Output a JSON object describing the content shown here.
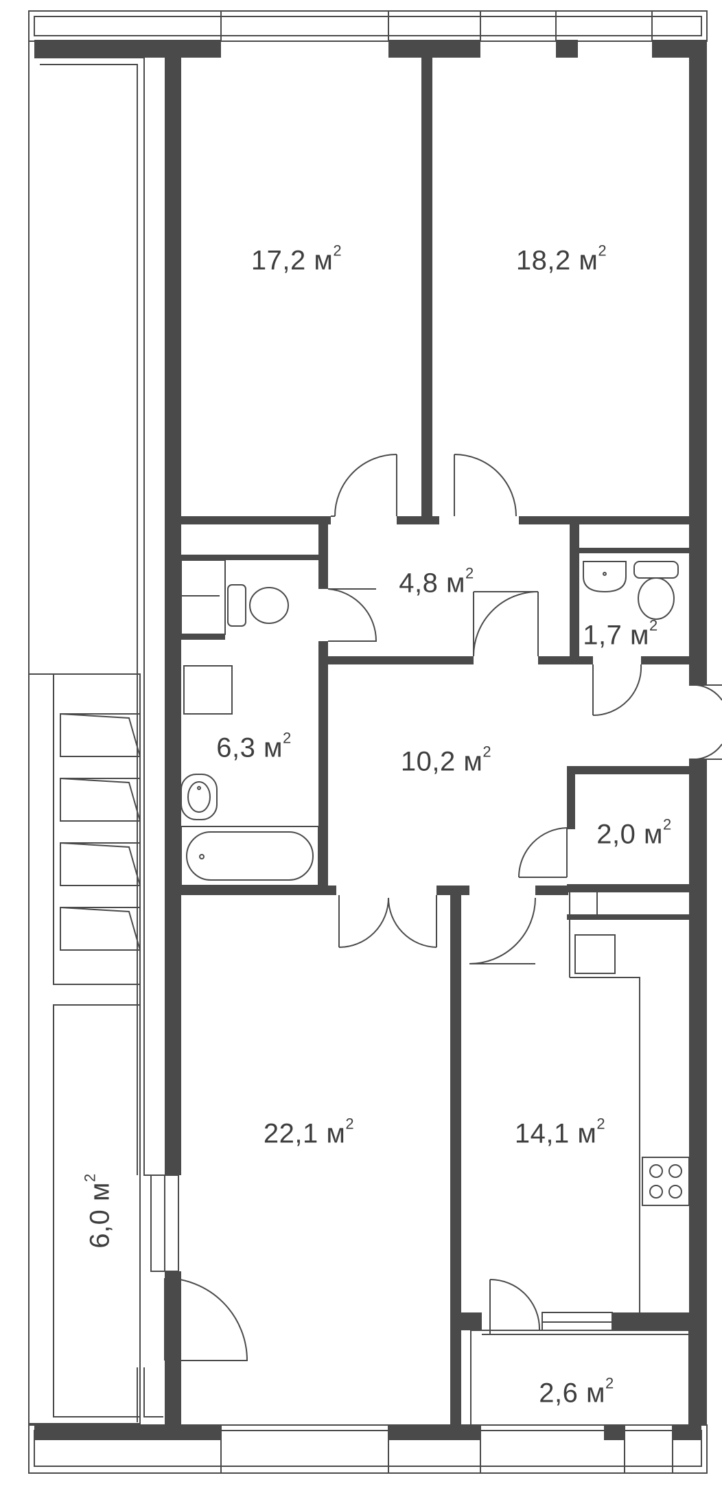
{
  "unit": "м",
  "unit_power": "2",
  "colors": {
    "wall": "#4a4a4a",
    "line": "#4a4a4a",
    "background": "#ffffff"
  },
  "rooms": [
    {
      "id": "bedroom-1",
      "area": "17,2"
    },
    {
      "id": "bedroom-2",
      "area": "18,2"
    },
    {
      "id": "corridor",
      "area": "4,8"
    },
    {
      "id": "wc",
      "area": "1,7"
    },
    {
      "id": "bathroom",
      "area": "6,3"
    },
    {
      "id": "hall",
      "area": "10,2"
    },
    {
      "id": "storage",
      "area": "2,0"
    },
    {
      "id": "living-room",
      "area": "22,1"
    },
    {
      "id": "kitchen",
      "area": "14,1"
    },
    {
      "id": "balcony-small",
      "area": "2,6"
    },
    {
      "id": "balcony-large",
      "area": "6,0"
    }
  ]
}
